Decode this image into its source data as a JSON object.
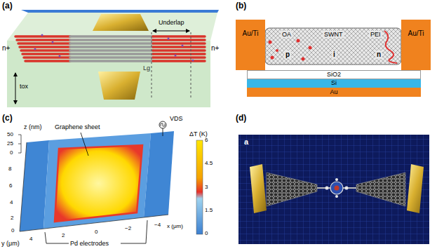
{
  "diagram": {
    "nodes": [
      {
        "text": [
          "Au/Ti"
        ]
      },
      {
        "text": [
          "Au/Ti"
        ]
      },
      {
        "text": [
          "SiO2"
        ]
      },
      {
        "text": [
          "Si"
        ]
      },
      {
        "text": [
          "Au"
        ]
      }
    ],
    "labels": [
      "(a)",
      "Underlap",
      "Lg",
      "n+",
      "n+",
      "tox",
      "(b)",
      "OA",
      "SWNT",
      "PEI",
      "p",
      "i",
      "n",
      "(c)",
      "Graphene sheet",
      "VDS",
      "z (nm)",
      "50",
      "25",
      "0",
      "8",
      "6",
      "4",
      "2",
      "0",
      "y (μm)",
      "4",
      "2",
      "0",
      "−2",
      "−4",
      "x (μm)",
      "ΔT (K)",
      "6",
      "4.5",
      "3",
      "1.5",
      "0",
      "Pd electrodes",
      "(d)",
      "a"
    ]
  }
}
